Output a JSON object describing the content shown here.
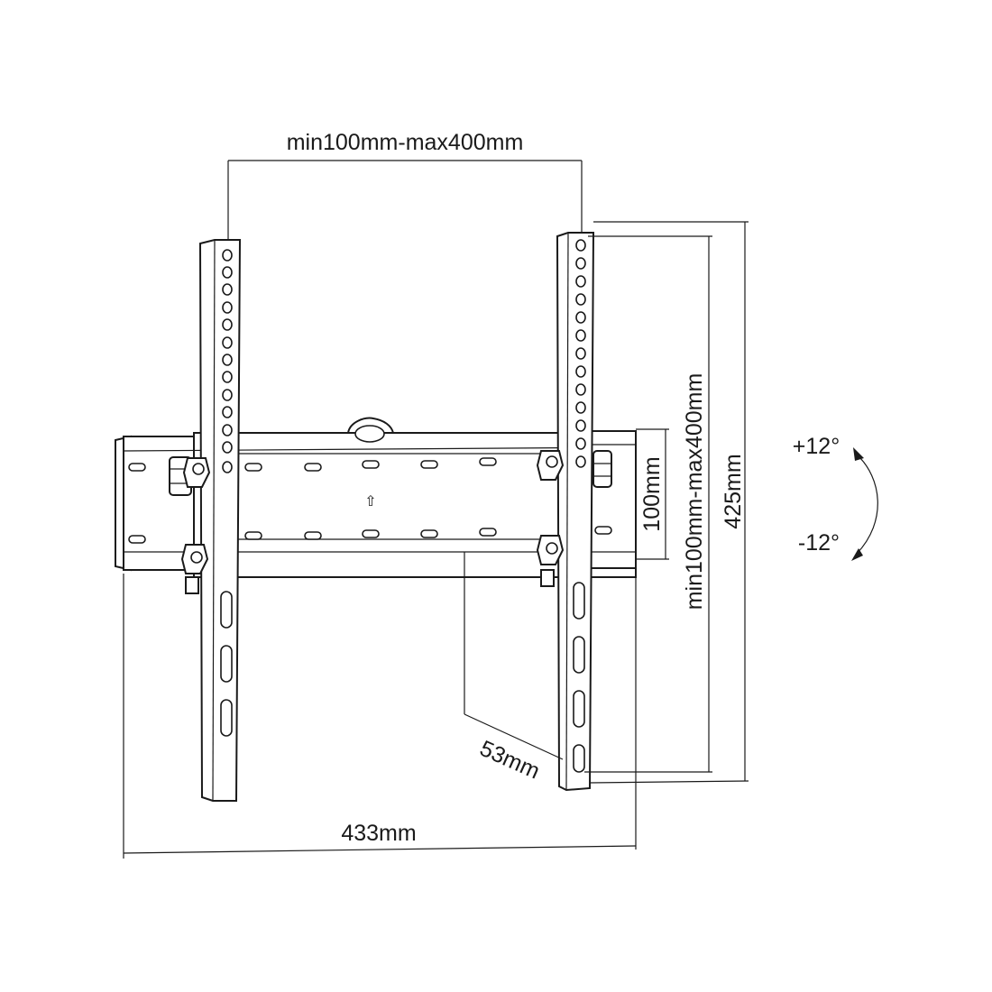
{
  "dimensions": {
    "top_width": "min100mm-max400mm",
    "height_range": "min100mm-max400mm",
    "rail_height": "100mm",
    "total_height": "425mm",
    "depth": "53mm",
    "total_width": "433mm"
  },
  "tilt": {
    "up": "+12°",
    "down": "-12°"
  },
  "arrow_glyph": "⇧",
  "colors": {
    "line": "#1a1a1a",
    "background": "#ffffff"
  }
}
